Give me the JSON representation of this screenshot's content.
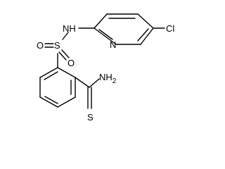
{
  "atoms": {
    "nh": "NH",
    "s": "S",
    "o1": "O",
    "o2": "O",
    "n_ring": "N",
    "cl": "Cl",
    "nh2": "NH",
    "nh2_sub": "2",
    "s_thio": "S"
  }
}
